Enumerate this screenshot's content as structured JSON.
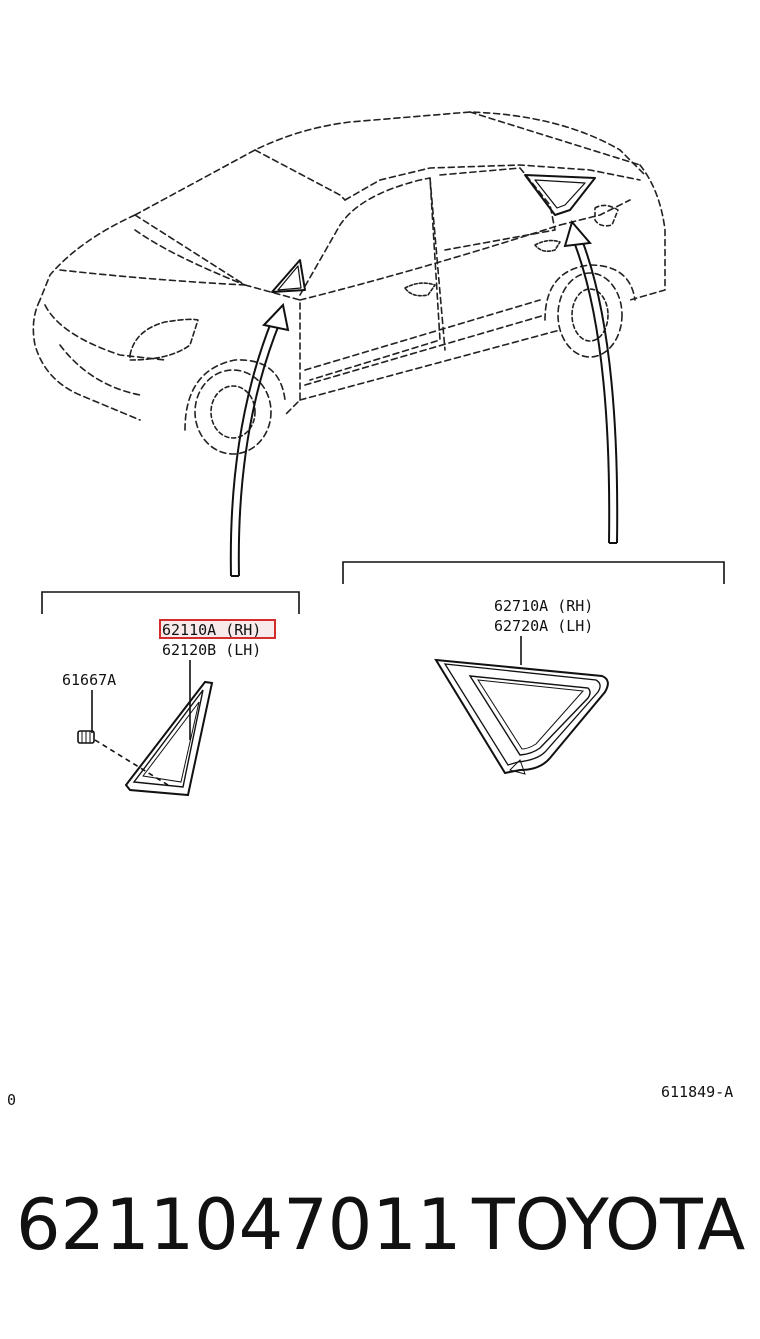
{
  "diagram": {
    "labels": {
      "part_rh_front": "62110A (RH)",
      "part_lh_front": "62120B (LH)",
      "clip_part": "61667A",
      "part_rh_rear": "62710A (RH)",
      "part_lh_rear": "62720A (LH)",
      "left_marker": "0",
      "figure_code": "611849-A"
    },
    "highlight": {
      "color": "#d42b2b"
    }
  },
  "footer": {
    "part_number": "6211047011",
    "brand": "TOYOTA"
  }
}
